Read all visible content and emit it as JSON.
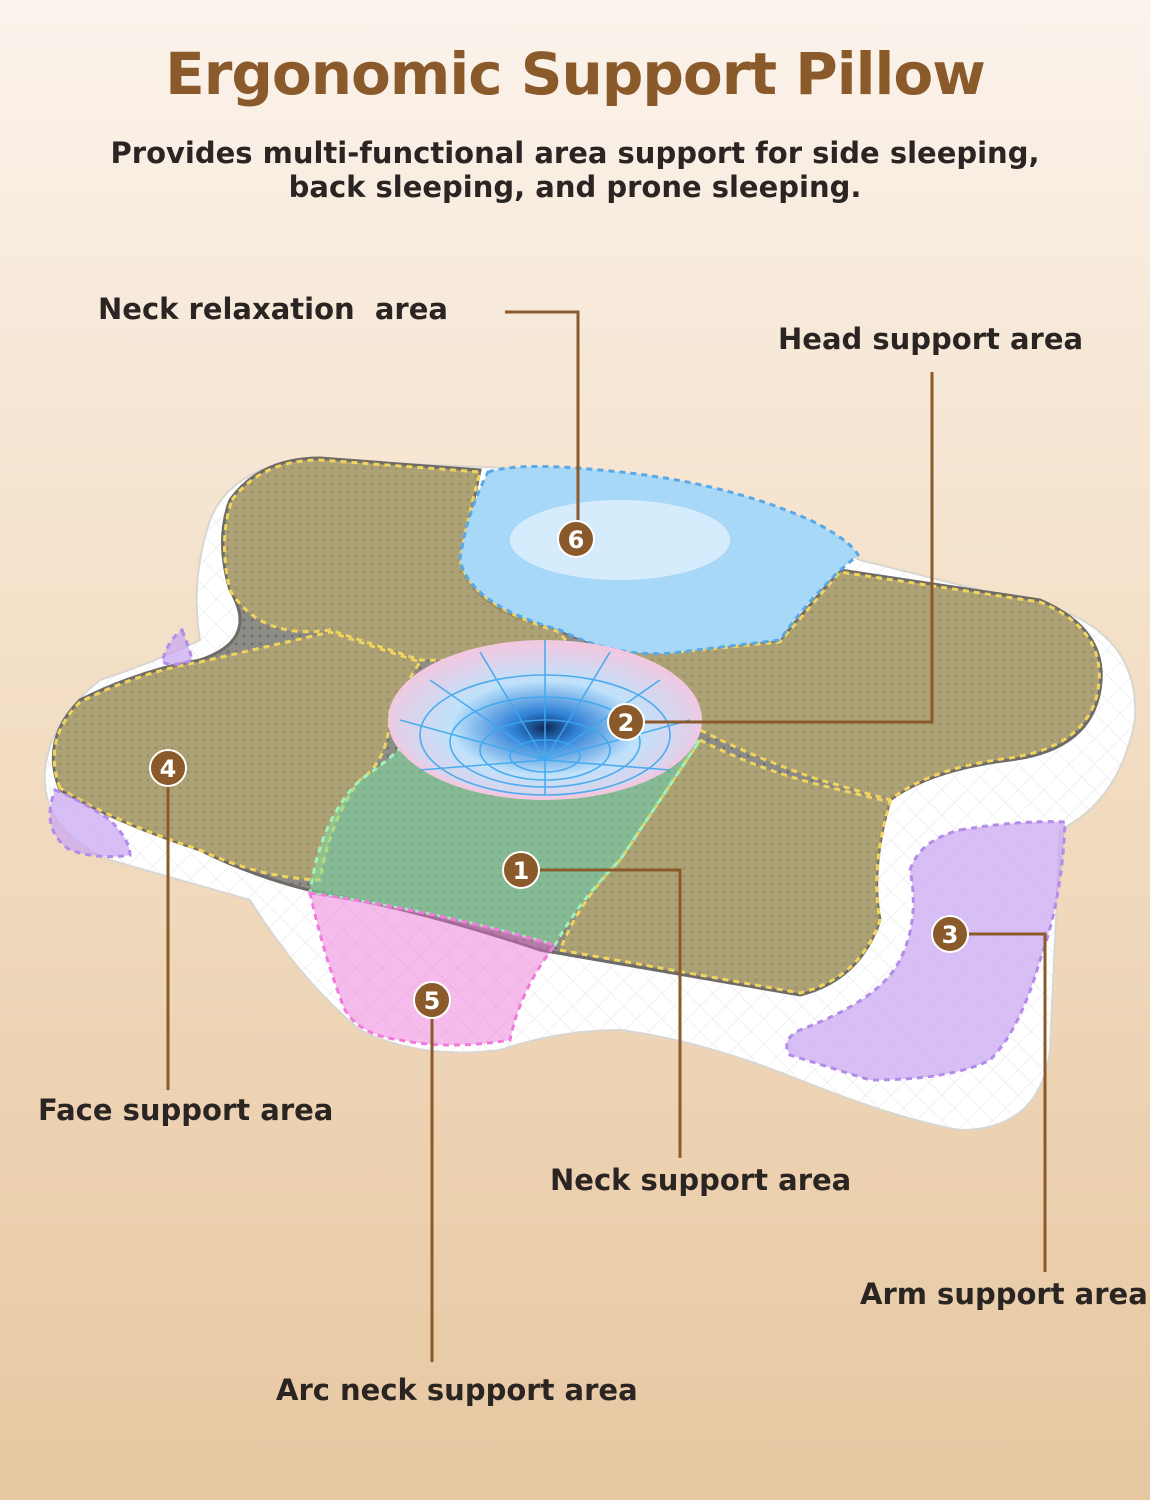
{
  "title": "Ergonomic Support Pillow",
  "subtitle": {
    "line1": "Provides multi-functional area support for side sleeping,",
    "line2": "back sleeping, and prone sleeping."
  },
  "callouts": [
    {
      "number": "1",
      "label": "Neck support area"
    },
    {
      "number": "2",
      "label": "Head support area"
    },
    {
      "number": "3",
      "label": "Arm support area"
    },
    {
      "number": "4",
      "label": "Face support area"
    },
    {
      "number": "5",
      "label": "Arc neck support area"
    },
    {
      "number": "6",
      "label": "Neck relaxation  area"
    }
  ],
  "colors": {
    "title": "#8b5a2b",
    "leader": "#8b5a2b",
    "badge": "#8b5a2b",
    "yellow_zone": "#e8c85a",
    "green_zone": "#7fe0a0",
    "pink_zone": "#e86ad2",
    "blue_zone": "#a8d8f8",
    "purple_zone": "#c9a8f2"
  }
}
